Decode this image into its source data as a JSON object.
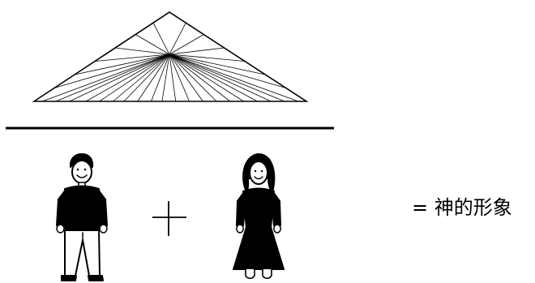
{
  "caption": "= 神的形象",
  "figures": {
    "left": "man",
    "middle": "plus-sign",
    "right": "woman"
  }
}
